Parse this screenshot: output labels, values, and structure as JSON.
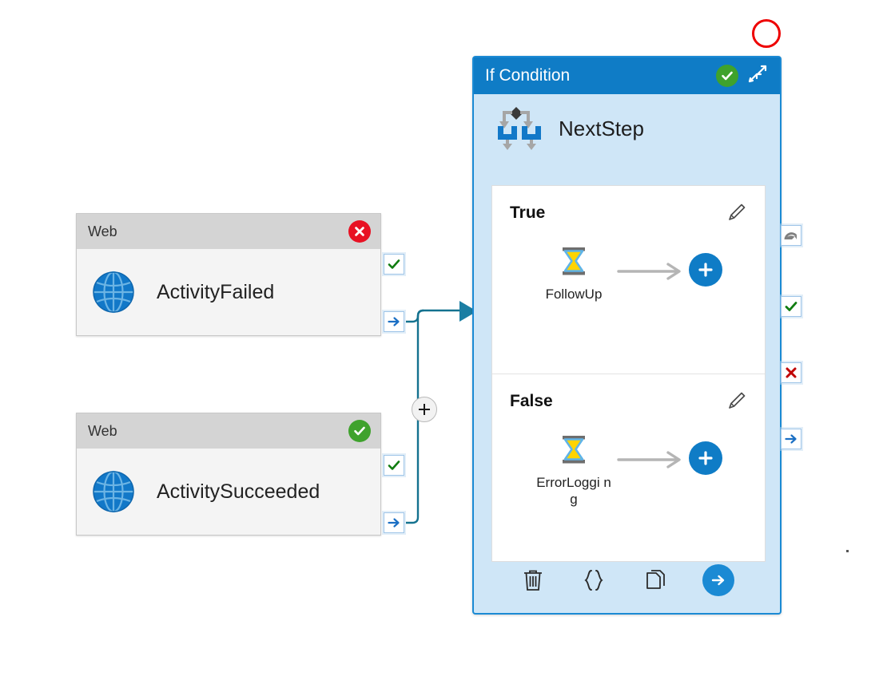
{
  "canvas": {
    "background": "#ffffff",
    "marker": {
      "name": "red-circle-marker",
      "color": "#ee0000"
    }
  },
  "activities": [
    {
      "type_label": "Web",
      "name": "ActivityFailed",
      "status": "failed",
      "status_icon": "error-x-icon",
      "status_color": "#e81123",
      "icon": "globe-icon",
      "ports": [
        {
          "icon": "check-icon",
          "name": "port-success"
        },
        {
          "icon": "arrow-right-icon",
          "name": "port-next"
        }
      ]
    },
    {
      "type_label": "Web",
      "name": "ActivitySucceeded",
      "status": "succeeded",
      "status_icon": "check-circle-icon",
      "status_color": "#3fa22d",
      "icon": "globe-icon",
      "ports": [
        {
          "icon": "check-icon",
          "name": "port-success"
        },
        {
          "icon": "arrow-right-icon",
          "name": "port-next"
        }
      ]
    }
  ],
  "wire": {
    "add_node_label": "+",
    "color": "#14728f"
  },
  "condition_panel": {
    "title": "If Condition",
    "accent_color": "#0f7cc6",
    "body_color": "#cfe6f7",
    "header_status_icon": "check-circle-icon",
    "header_status_color": "#3fa22d",
    "collapse_icon": "collapse-diagonal-icon",
    "step_icon": "branch-decision-icon",
    "step_name": "NextStep",
    "branches": [
      {
        "label": "True",
        "edit_icon": "pencil-icon",
        "step": {
          "icon": "hourglass-icon",
          "label": "FollowUp"
        },
        "connector_icon": "arrow-right-icon",
        "add_icon": "plus-icon"
      },
      {
        "label": "False",
        "edit_icon": "pencil-icon",
        "step": {
          "icon": "hourglass-icon",
          "label": "ErrorLoggi\nng"
        },
        "connector_icon": "arrow-right-icon",
        "add_icon": "plus-icon"
      }
    ],
    "toolbar": [
      {
        "name": "delete-button",
        "icon": "trash-icon"
      },
      {
        "name": "code-button",
        "icon": "braces-icon"
      },
      {
        "name": "duplicate-button",
        "icon": "copy-icon"
      },
      {
        "name": "go-button",
        "icon": "arrow-right-circle-icon"
      }
    ],
    "side_ports": [
      {
        "name": "port-retry",
        "icon": "retry-loop-icon",
        "color": "#808080"
      },
      {
        "name": "port-success",
        "icon": "check-icon",
        "color": "#107c10"
      },
      {
        "name": "port-failure",
        "icon": "cross-icon",
        "color": "#c00000"
      },
      {
        "name": "port-next",
        "icon": "arrow-right-icon",
        "color": "#1b6fc4"
      }
    ]
  }
}
